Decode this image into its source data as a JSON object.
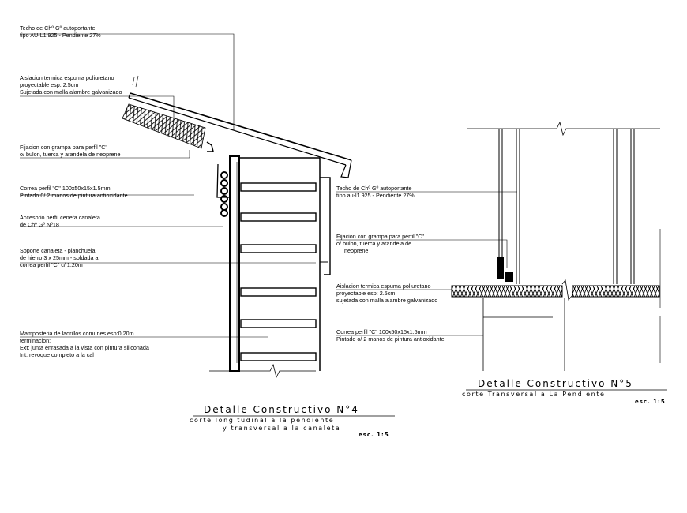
{
  "detail4": {
    "labels": {
      "techo_1": "Techo de Chº Gº autoportante",
      "techo_2": "tipo AU-L1 925 - Pendiente 27%",
      "aisl_1": "Aislacion termica espuma poliuretano",
      "aisl_2": "proyectable esp: 2.5cm",
      "aisl_3": "Sujetada con malla alambre galvanizado",
      "fij_1": "Fijacion con grampa para perfil \"C\"",
      "fij_2": "o/ bulon, tuerca y arandela de neoprene",
      "corr_1": "Correa perfil \"C\" 100x50x15x1.5mm",
      "corr_2": "Pintado 0/ 2 manos de pintura antioxidante",
      "acc_1": "Accesorio perfil cenefa canaleta",
      "acc_2": "de Chº Gº Nº18",
      "sop_1": "Soporte canaleta - planchuela",
      "sop_2": "de hierro 3 x 25mm - soldada a",
      "sop_3": "correa perfil \"C\" c/ 1.20m",
      "mam_1": "Mamposteria de ladrillos comunes esp:0.20m",
      "mam_2": "terminacion:",
      "mam_3": "Ext: junta enrasada a la vista con pintura siliconada",
      "mam_4": "Int: revoque completo a la cal"
    },
    "title": "Detalle Constructivo N°4",
    "subtitle_1": "corte longitudinal a la pendiente",
    "subtitle_2": "y transversal a la canaleta",
    "scale": "esc. 1:5"
  },
  "detail5": {
    "labels": {
      "techo_1": "Techo de Chº Gº autoportante",
      "techo_2": "tipo au-l1 925 - Pendiente 27%",
      "fij_1": "Fijacion con grampa para perfil \"C\"",
      "fij_2": "o/ bulon, tuerca y arandela de",
      "fij_3": "neoprene",
      "aisl_1": "Aislacion termica espuma poliuretano",
      "aisl_2": "proyectable esp: 2.5cm",
      "aisl_3": "sujetada con malla alambre galvanizado",
      "corr_1": "Correa perfil \"C\" 100x50x15x1.5mm",
      "corr_2": "Pintado o/ 2 manos de pintura antioxidante"
    },
    "title": "Detalle Constructivo N°5",
    "subtitle": "corte Transversal a La Pendiente",
    "scale": "esc. 1:5"
  }
}
